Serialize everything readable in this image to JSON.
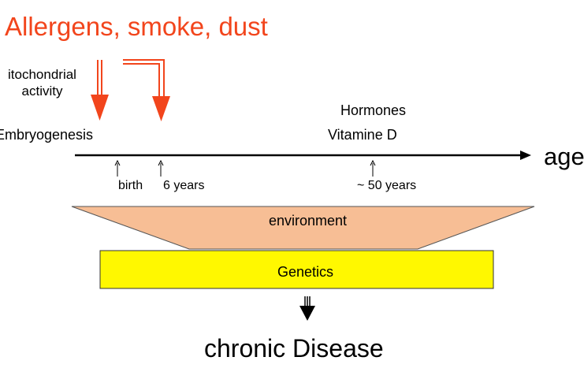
{
  "title": "Allergens, smoke, dust",
  "labels": {
    "mito_line1": "itochondrial",
    "mito_line2": "activity",
    "embryogenesis": "Embryogenesis",
    "hormones": "Hormones",
    "vitamine_d": "Vitamine D",
    "age": "age",
    "birth": "birth",
    "six_years": "6 years",
    "fifty_years": "~ 50 years",
    "environment": "environment",
    "genetics": "Genetics",
    "outcome": "chronic Disease"
  },
  "colors": {
    "allergen_red": "#f2451c",
    "environment_fill": "#f7be95",
    "genetics_fill": "#fff800"
  }
}
